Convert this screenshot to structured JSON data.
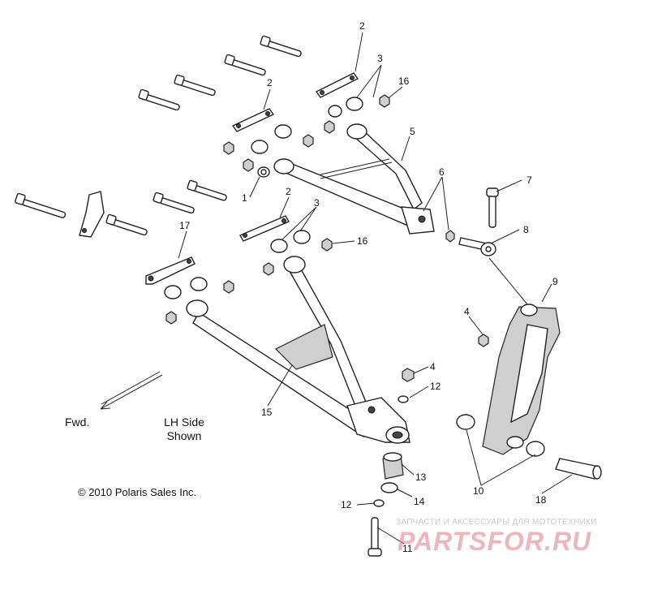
{
  "labels": {
    "fwd": "Fwd.",
    "side_line1": "LH Side",
    "side_line2": "Shown",
    "copyright": "© 2010 Polaris Sales Inc."
  },
  "callouts": {
    "c1": "1",
    "c2a": "2",
    "c2b": "2",
    "c2c": "2",
    "c3a": "3",
    "c3b": "3",
    "c4a": "4",
    "c4b": "4",
    "c5": "5",
    "c6": "6",
    "c7": "7",
    "c8": "8",
    "c9": "9",
    "c10": "10",
    "c11": "11",
    "c12a": "12",
    "c12b": "12",
    "c13": "13",
    "c14": "14",
    "c15": "15",
    "c16a": "16",
    "c16b": "16",
    "c17": "17",
    "c18": "18"
  },
  "watermark": {
    "tagline": "ЗАПЧАСТИ И АКСЕССУАРЫ ДЛЯ МОТОТЕХНИКИ",
    "logo": "PARTSFOR.RU"
  },
  "colors": {
    "line": "#222222",
    "watermark_text": "#c9c9c9",
    "watermark_logo": "#e07a86"
  }
}
